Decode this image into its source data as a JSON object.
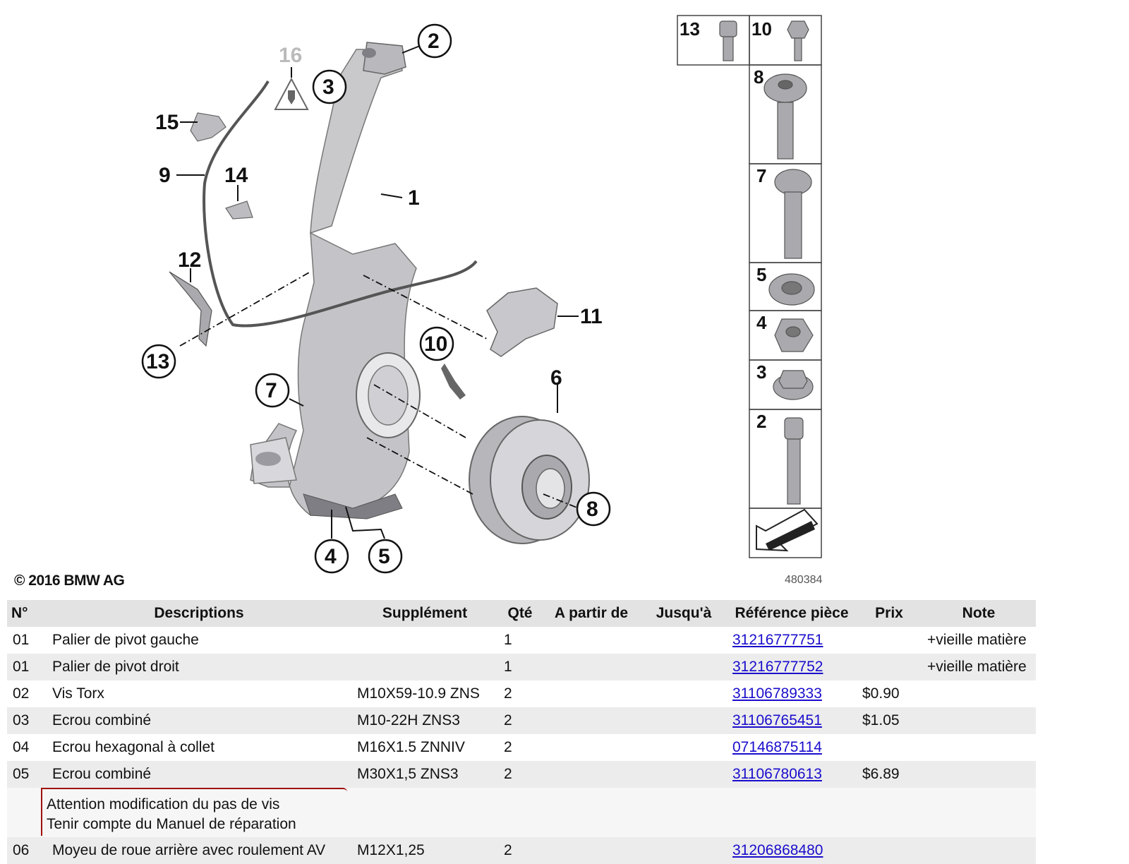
{
  "diagram": {
    "copyright": "© 2016 BMW AG",
    "diagram_id": "480384",
    "callouts": [
      "1",
      "2",
      "3",
      "4",
      "5",
      "6",
      "7",
      "8",
      "9",
      "10",
      "11",
      "12",
      "13",
      "14",
      "15",
      "16"
    ],
    "hardware_labels": [
      "13",
      "10",
      "8",
      "7",
      "5",
      "4",
      "3",
      "2"
    ]
  },
  "table": {
    "headers": [
      "N°",
      "Descriptions",
      "Supplément",
      "Qté",
      "A partir de",
      "Jusqu'à",
      "Référence pièce",
      "Prix",
      "Note"
    ],
    "rows": [
      {
        "no": "01",
        "desc": "Palier de pivot gauche",
        "supp": "",
        "qty": "1",
        "from": "",
        "to": "",
        "ref": "31216777751",
        "price": "",
        "note": "+vieille matière"
      },
      {
        "no": "01",
        "desc": "Palier de pivot droit",
        "supp": "",
        "qty": "1",
        "from": "",
        "to": "",
        "ref": "31216777752",
        "price": "",
        "note": "+vieille matière"
      },
      {
        "no": "02",
        "desc": "Vis Torx",
        "supp": "M10X59-10.9 ZNS",
        "qty": "2",
        "from": "",
        "to": "",
        "ref": "31106789333",
        "price": "$0.90",
        "note": ""
      },
      {
        "no": "03",
        "desc": "Ecrou combiné",
        "supp": "M10-22H ZNS3",
        "qty": "2",
        "from": "",
        "to": "",
        "ref": "31106765451",
        "price": "$1.05",
        "note": ""
      },
      {
        "no": "04",
        "desc": "Ecrou hexagonal à collet",
        "supp": "M16X1.5 ZNNIV",
        "qty": "2",
        "from": "",
        "to": "",
        "ref": "07146875114",
        "price": "",
        "note": ""
      },
      {
        "no": "05",
        "desc": "Ecrou combiné",
        "supp": "M30X1,5 ZNS3",
        "qty": "2",
        "from": "",
        "to": "",
        "ref": "31106780613",
        "price": "$6.89",
        "note": ""
      }
    ],
    "attention": {
      "line1": "Attention modification du pas de vis",
      "line2": "Tenir compte du Manuel de réparation"
    },
    "partial_row": {
      "no": "06",
      "desc": "Moyeu de roue arrière avec roulement AV",
      "supp": "M12X1,25",
      "qty": "2",
      "ref": "31206868480"
    }
  }
}
